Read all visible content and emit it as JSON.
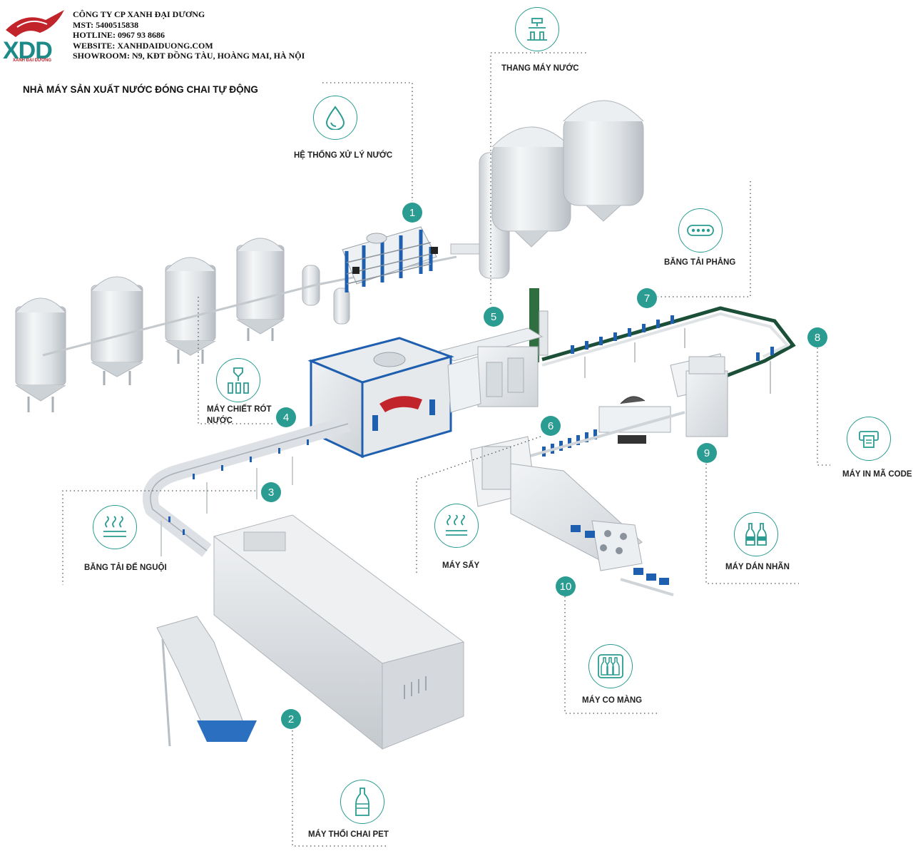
{
  "company": {
    "logo_text": "XDD",
    "logo_tagline": "XANH ĐẠI DƯƠNG",
    "lines": [
      "CÔNG TY CP XANH ĐẠI DƯƠNG",
      "MST: 5400515838",
      "HOTLINE: 0967 93 8686",
      "WEBSITE: XANHDAIDUONG.COM",
      "SHOWROOM: N9, KĐT ĐỒNG TÀU, HOÀNG MAI, HÀ NỘI"
    ]
  },
  "title": "NHÀ MÁY SẢN XUẤT NƯỚC ĐÓNG CHAI TỰ ĐỘNG",
  "colors": {
    "accent": "#2a9c91",
    "brand_red": "#c2242b",
    "frame_blue": "#1f5fb0"
  },
  "stations": [
    {
      "number": "1",
      "label": "HỆ THỐNG XỬ LÝ NƯỚC",
      "icon": "water-drop-icon"
    },
    {
      "number": "2",
      "label": "MÁY THỔI CHAI PET",
      "icon": "pet-bottle-icon"
    },
    {
      "number": "3",
      "label": "BĂNG TẢI ĐỂ NGUỘI",
      "icon": "heat-waves-icon"
    },
    {
      "number": "4",
      "label": "MÁY CHIẾT RÓT NƯỚC",
      "label_lines": [
        "MÁY CHIẾT RÓT",
        "NƯỚC"
      ],
      "icon": "filling-machine-icon"
    },
    {
      "number": "5",
      "label": "THANG MÁY NƯỚC",
      "icon": "bottle-elevator-icon"
    },
    {
      "number": "6",
      "label": "MÁY SẤY",
      "icon": "dryer-icon"
    },
    {
      "number": "7",
      "label": "BĂNG TẢI PHẲNG",
      "icon": "conveyor-icon"
    },
    {
      "number": "8",
      "label": "MÁY IN MÃ CODE",
      "icon": "printer-icon"
    },
    {
      "number": "9",
      "label": "MÁY DÁN NHÃN",
      "icon": "labeled-bottles-icon"
    },
    {
      "number": "10",
      "label": "MÁY CO MÀNG",
      "icon": "shrink-pack-icon"
    }
  ]
}
